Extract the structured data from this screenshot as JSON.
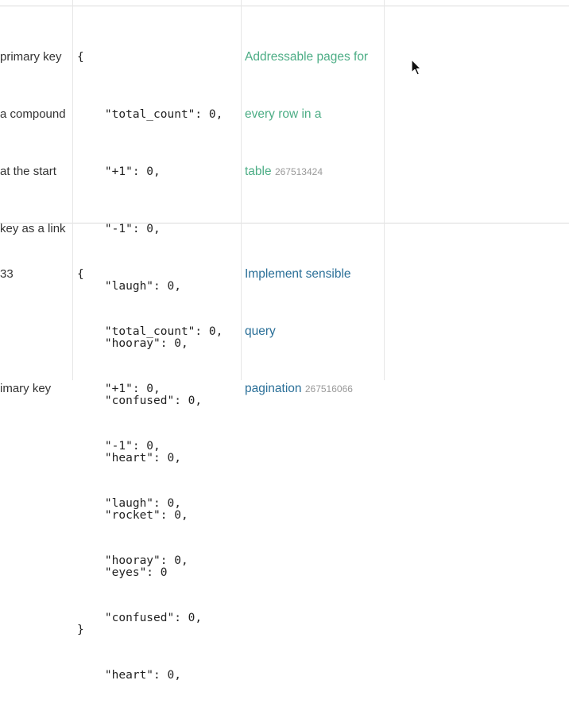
{
  "rows": [
    {
      "desc_lines": [
        "primary key",
        "a compound",
        "at the start",
        "key as a link"
      ],
      "reactions_lines": [
        "{",
        "    \"total_count\": 0,",
        "    \"+1\": 0,",
        "    \"-1\": 0,",
        "    \"laugh\": 0,",
        "    \"hooray\": 0,",
        "    \"confused\": 0,",
        "    \"heart\": 0,",
        "    \"rocket\": 0,",
        "    \"eyes\": 0",
        "}"
      ],
      "issue_lines": [
        "Addressable pages for",
        "every row in a",
        "table"
      ],
      "issue_id": "267513424",
      "issue_color": "#4cad85"
    },
    {
      "desc_lines": [
        "33",
        "",
        "imary key"
      ],
      "reactions_lines": [
        "{",
        "    \"total_count\": 0,",
        "    \"+1\": 0,",
        "    \"-1\": 0,",
        "    \"laugh\": 0,",
        "    \"hooray\": 0,",
        "    \"confused\": 0,",
        "    \"heart\": 0,"
      ],
      "issue_lines": [
        "Implement sensible",
        "query",
        "pagination"
      ],
      "issue_id": "267516066",
      "issue_color": "#2a6f98"
    }
  ],
  "cursor_icon": "mouse-pointer-icon"
}
